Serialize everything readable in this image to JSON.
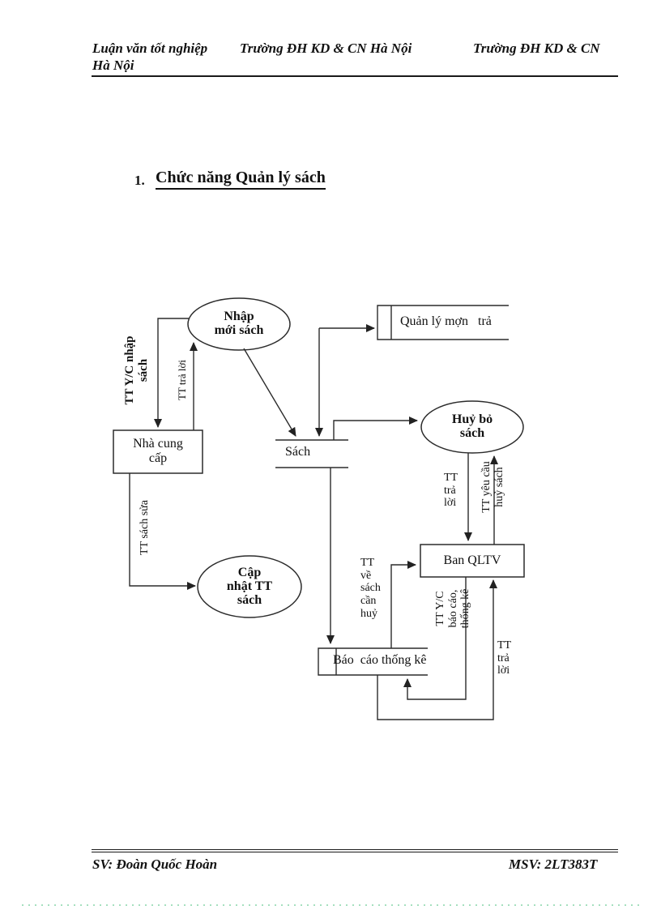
{
  "page": {
    "header": {
      "line1a": "Luận văn tốt nghiệp",
      "line1b": "Trường ĐH KD & CN Hà Nội",
      "line1c": "Trường ĐH KD & CN",
      "line2": "Hà Nội"
    },
    "title": {
      "number": "1.",
      "text": "Chức năng Quản lý sách"
    },
    "footer": {
      "left": "SV: Đoàn Quốc Hoàn",
      "right": "MSV: 2LT383T"
    }
  },
  "diagram": {
    "process_nhap_moi": "Nhập\nmới sách",
    "process_huy_bo": "Huỷ bỏ\nsách",
    "process_cap_nhat": "Cập\nnhật TT\nsách",
    "entity_nha_cung_cap": "Nhà cung\ncấp",
    "entity_ban_qltv": "Ban QLTV",
    "store_sach": "Sách",
    "store_quan_ly_muon_tra": "Quản lý mợn   trả",
    "store_bao_cao": "Báo  cáo thống kê",
    "flow_tt_yc_nhap_sach": "TT Y/C nhập\nsách",
    "flow_tt_tra_loi_top": "TT trả lời",
    "flow_tt_sach_sua": "TT sách sửa",
    "flow_tt_tra_loi_mid": "TT\ntrả\nlời",
    "flow_tt_yeu_cau_huy": "TT yêu cầu\nhuỷ sách",
    "flow_tt_ve_sach_can_huy": "TT\nvề\nsách\ncần\nhuỷ",
    "flow_tt_yc_bao_cao": "TT Y/C\nbáo cáo,\nthống kê",
    "flow_tt_tra_loi_bottom": "TT\ntrả\nlời"
  },
  "colors": {
    "line": "#2b2b2b",
    "text": "#111111",
    "page_bg": "#ffffff",
    "footer_dots": "#a5dfbf"
  }
}
